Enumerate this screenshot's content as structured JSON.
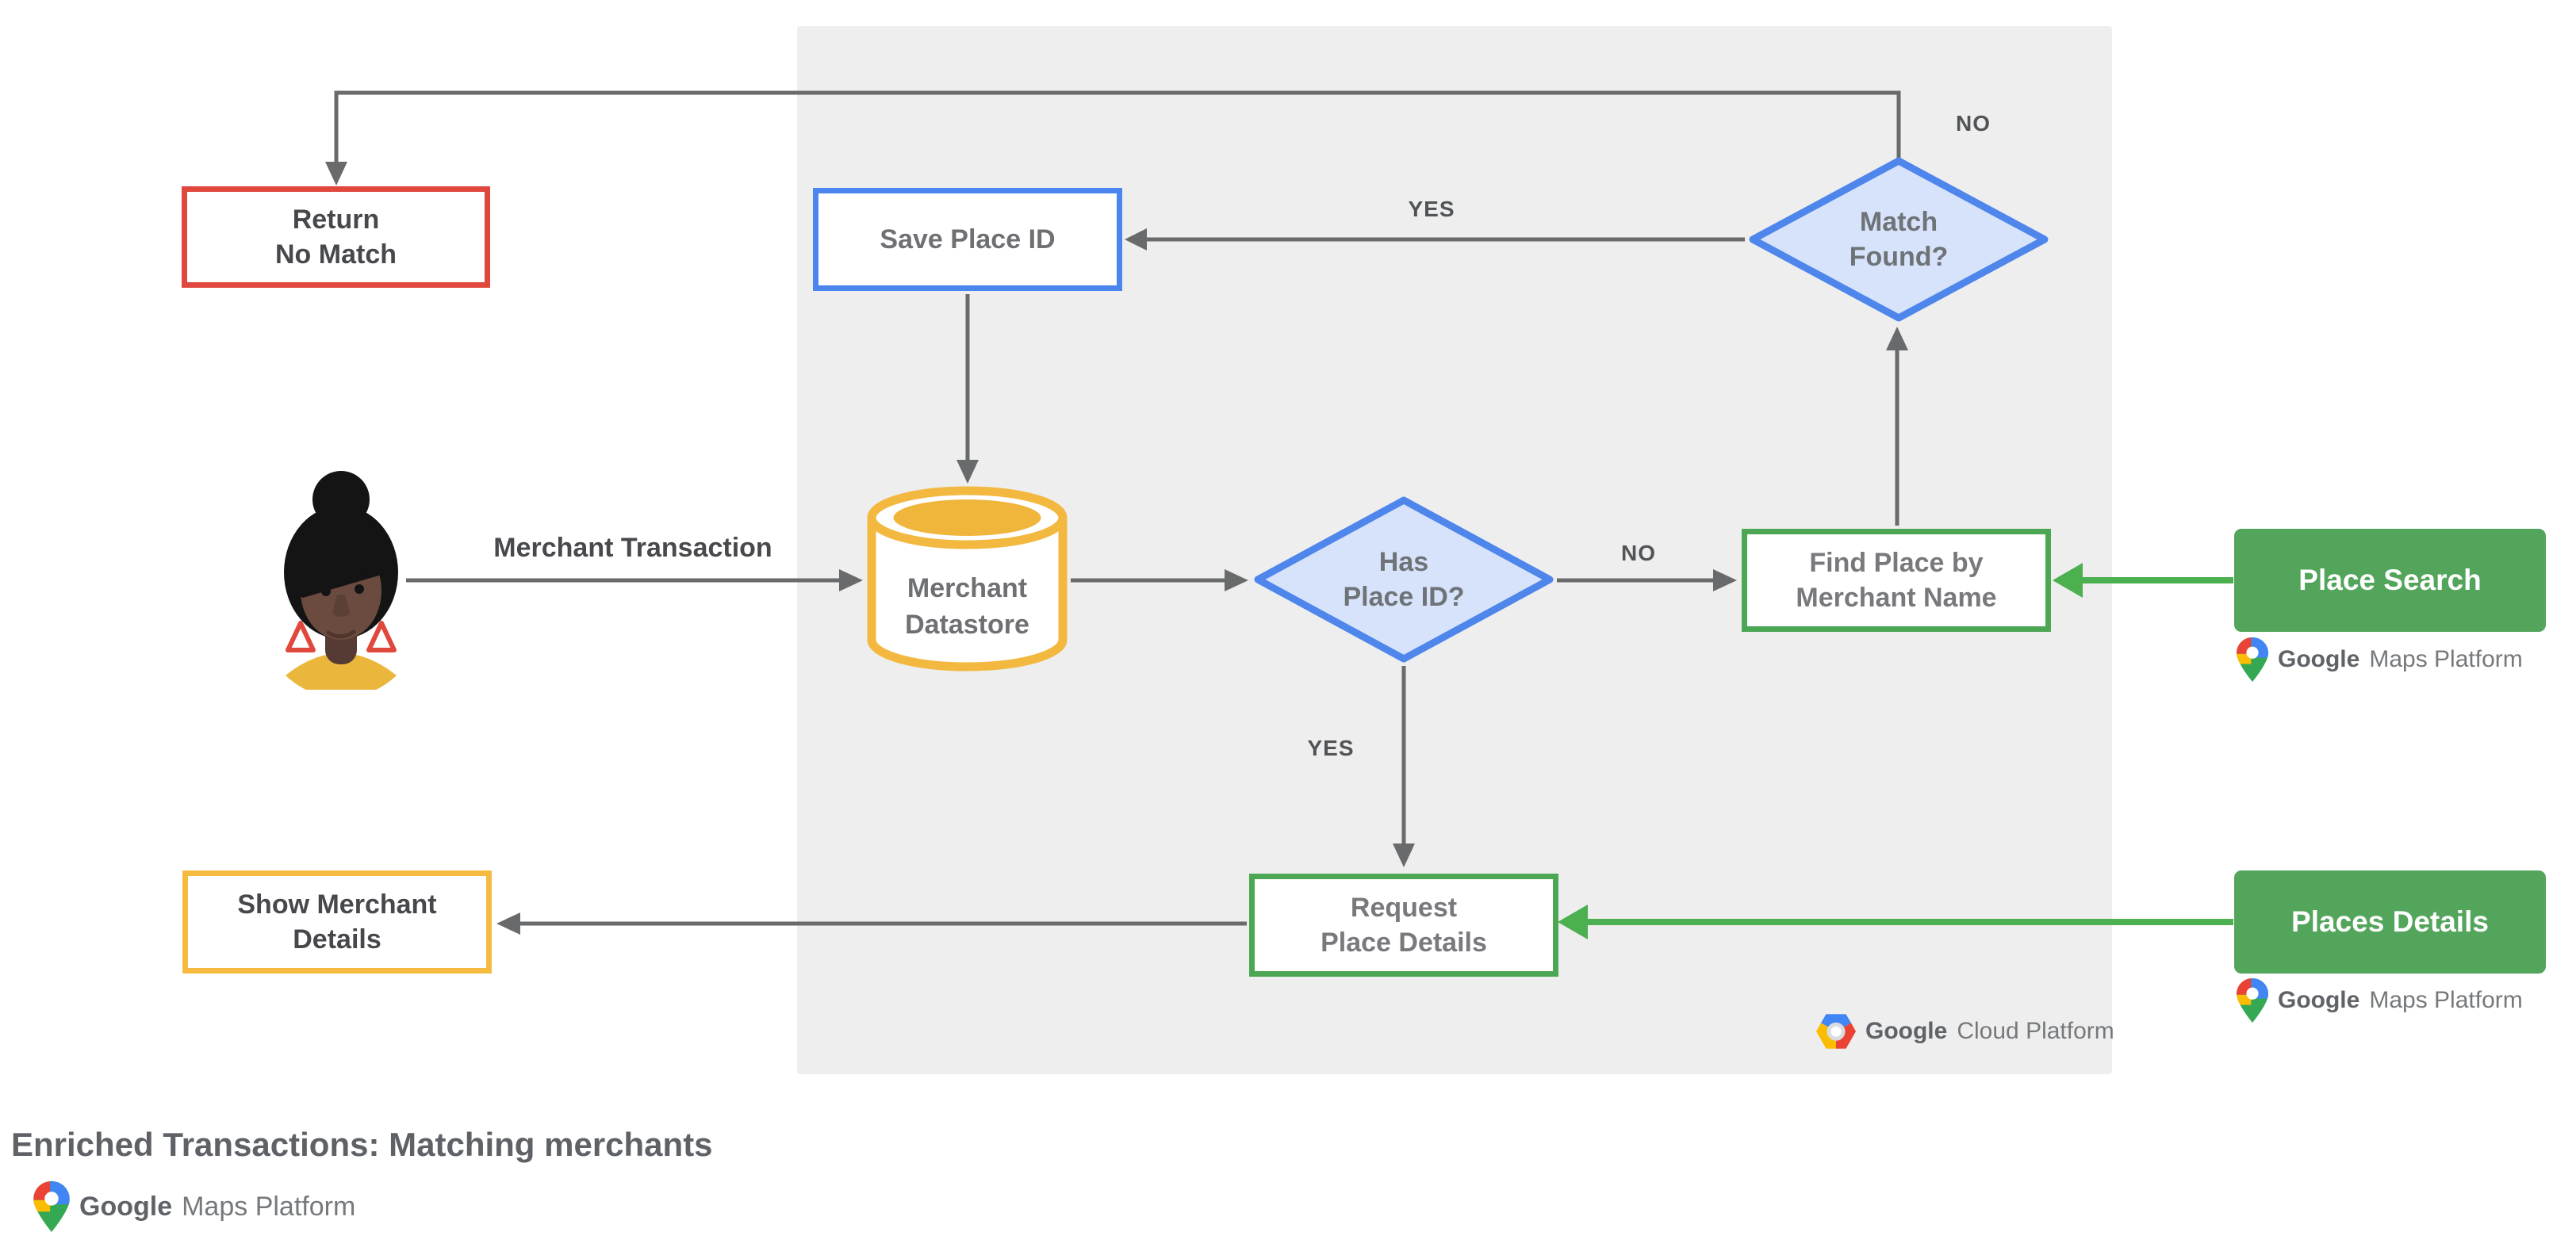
{
  "title": "Enriched Transactions: Matching merchants",
  "nodes": {
    "return_no_match": {
      "line1": "Return",
      "line2": "No Match"
    },
    "save_place_id": {
      "label": "Save Place ID"
    },
    "match_found": {
      "line1": "Match",
      "line2": "Found?"
    },
    "merchant_datastore": {
      "line1": "Merchant",
      "line2": "Datastore"
    },
    "has_place_id": {
      "line1": "Has",
      "line2": "Place ID?"
    },
    "find_place": {
      "line1": "Find Place by",
      "line2": "Merchant Name"
    },
    "request_place_details": {
      "line1": "Request",
      "line2": "Place Details"
    },
    "show_merchant_details": {
      "line1": "Show Merchant",
      "line2": "Details"
    },
    "place_search": {
      "label": "Place Search"
    },
    "places_details": {
      "label": "Places Details"
    }
  },
  "edges": {
    "yes_top": "YES",
    "no_top": "NO",
    "no_mid": "NO",
    "yes_mid": "YES",
    "merchant_transaction": "Merchant Transaction"
  },
  "logos": {
    "maps_platform": {
      "brand": "Google",
      "product": "Maps Platform"
    },
    "cloud_platform": {
      "brand": "Google",
      "product": "Cloud Platform"
    }
  },
  "colors": {
    "panel_gray": "#eeeeee",
    "connector_gray": "#696a6b",
    "red": "#e0483d",
    "blue_border": "#4a86ee",
    "blue_fill": "#d7e3fa",
    "green_border": "#4ca754",
    "green_fill": "#53a55c",
    "green_arrow": "#4caf50",
    "yellow": "#f5bb41",
    "cylinder_yellow": "#f3b83f",
    "text_dark": "#46484b",
    "text_gray": "#6e7073"
  }
}
